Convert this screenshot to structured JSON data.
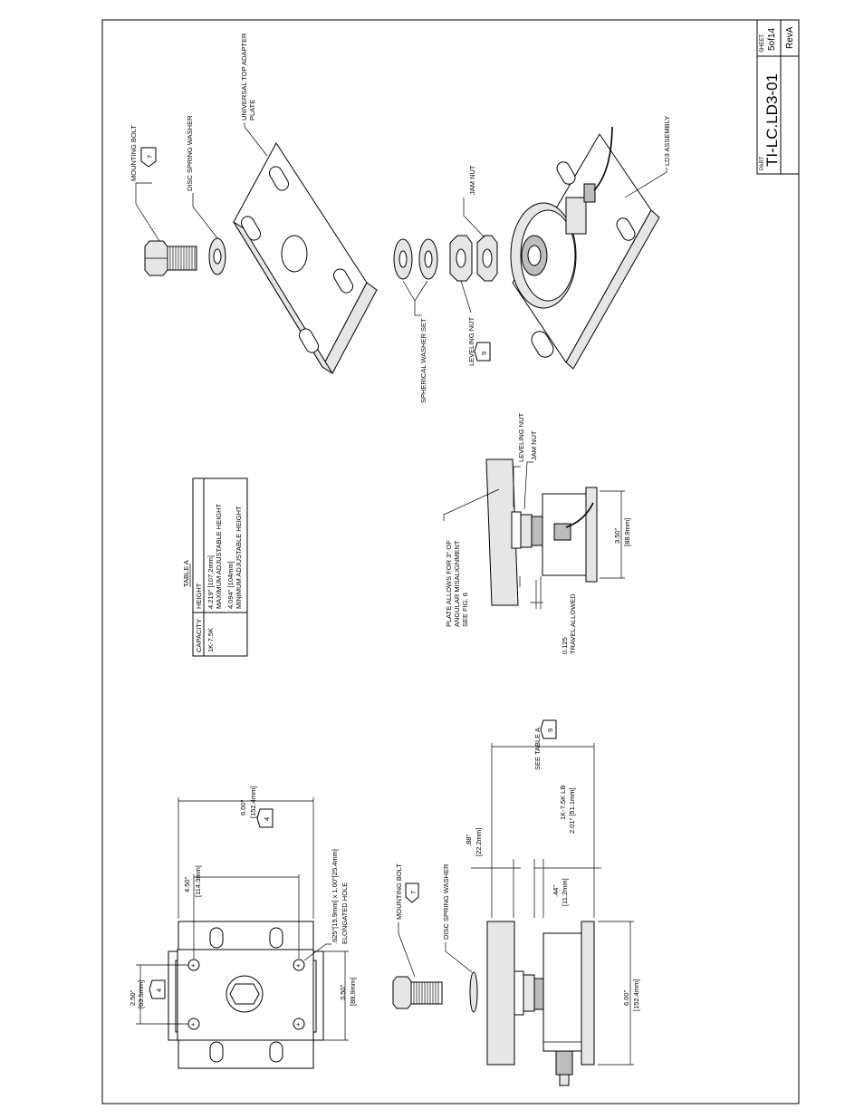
{
  "title_block": {
    "part_label": "PART",
    "part_number": "TI-LC.LD3-01",
    "sheet_label": "SHEET",
    "sheet_value": "5of14",
    "revision": "RevA"
  },
  "table_a": {
    "title": "TABLE A",
    "headers": [
      "CAPACITY",
      "HEIGHT"
    ],
    "capacity": "1K-7.5K",
    "height_lines": [
      "4.219\" [107.2mm]",
      "MAXIMUM ADJUSTABLE HEIGHT",
      "4.094\" [104mm]",
      "MINIMUM ADJUSTABLE HEIGHT"
    ]
  },
  "exploded_view": {
    "mounting_bolt": "MOUNTING BOLT",
    "mounting_bolt_ref": "7",
    "disc_spring_washer": "DISC SPRING WASHER",
    "top_plate": [
      "UNIVERSAL TOP ADAPTER",
      "PLATE"
    ],
    "jam_nut": "JAM NUT",
    "ld3_assembly": "LD3 ASSEMBLY",
    "spherical_washer_set": "SPHERICAL WASHER SET",
    "leveling_nut": "LEVELING NUT",
    "leveling_nut_ref": "9"
  },
  "side_view": {
    "plate_note": [
      "PLATE ALLOWS FOR 3° OF",
      "ANGULAR MISALIGNMENT",
      "SEE FIG. 6"
    ],
    "leveling_nut": "LEVELING NUT",
    "jam_nut": "JAM NUT",
    "travel": [
      "0.125",
      "TRAVEL ALLOWED"
    ],
    "dim_350": [
      "3.50\"",
      "[88.9mm]"
    ]
  },
  "top_view": {
    "dim_250": [
      "2.50\"",
      "[63.5mm]"
    ],
    "dim_250_ref": "4",
    "dim_450": [
      "4.50\"",
      "[114.3mm]"
    ],
    "dim_600": [
      "6.00\"",
      "[152.4mm]"
    ],
    "dim_600_ref": "4",
    "dim_350": [
      "3.50\"",
      "[88.9mm]"
    ],
    "hole_note": [
      ".625\"[15.9mm] x 1.00\"[25.4mm]",
      "ELONGATED HOLE"
    ]
  },
  "front_view": {
    "mounting_bolt": "MOUNTING BOLT",
    "mounting_bolt_ref": "7",
    "disc_spring_washer": "DISC SPRING WASHER",
    "see_table": "SEE TABLE A",
    "see_table_ref": "9",
    "dim_088": [
      ".88\"",
      "[22.2mm]"
    ],
    "dim_044": [
      ".44\"",
      "[11.2mm]"
    ],
    "dim_201": [
      "1K-7.5K LB",
      "2.01\" [51.1mm]"
    ],
    "dim_600": [
      "6.00\"",
      "[152.4mm]"
    ]
  }
}
